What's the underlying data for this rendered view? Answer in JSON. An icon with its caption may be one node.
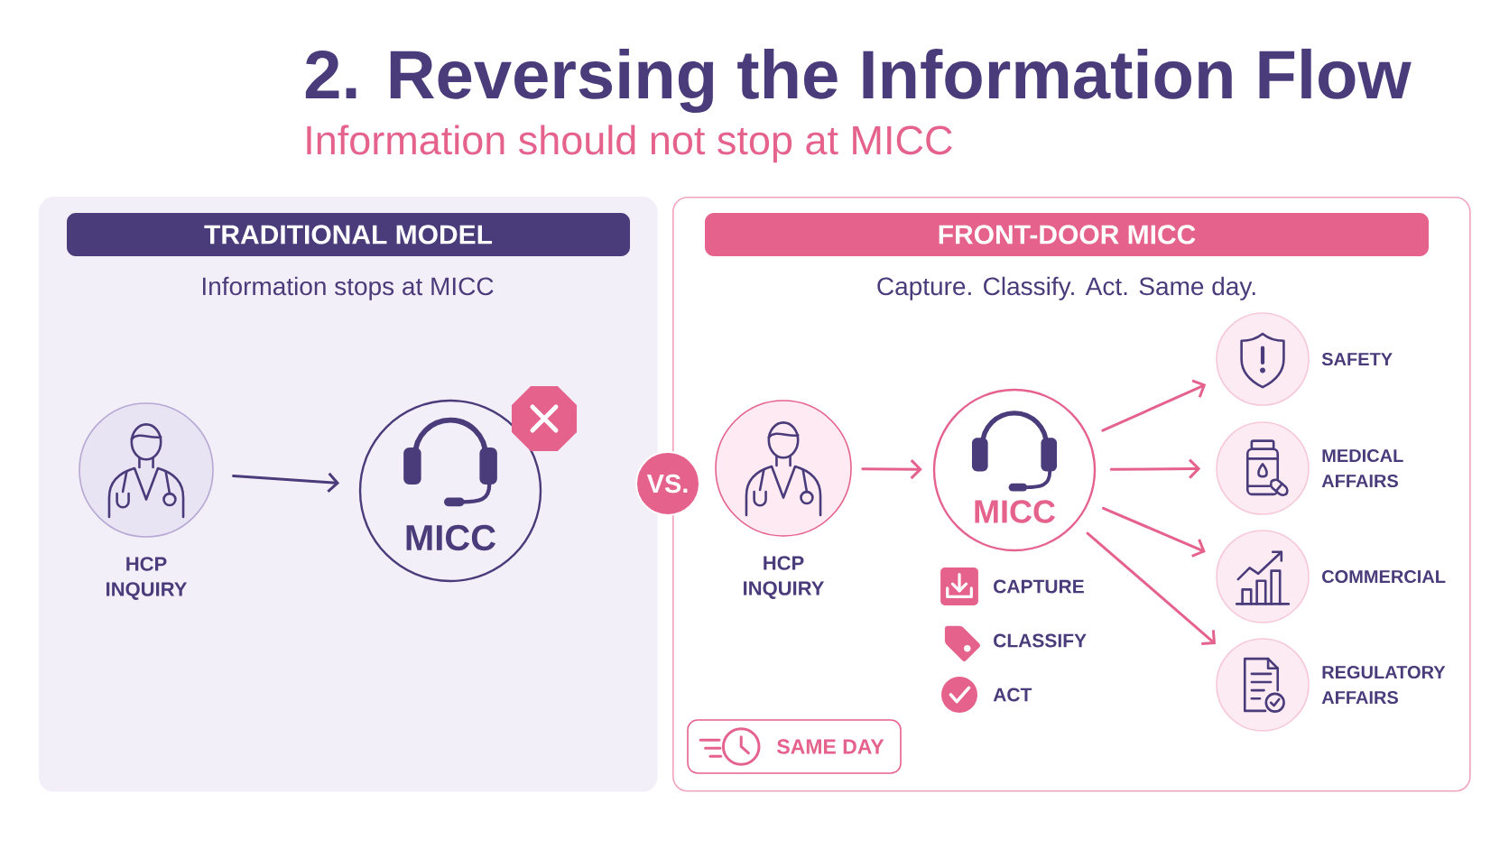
{
  "diagram": {
    "title": "2. Reversing the Information Flow",
    "nodes": [
      {
        "text": [
          "Information stops at MICC"
        ]
      },
      {
        "text": [
          "TRADITIONAL MODEL"
        ],
        "in": 0
      },
      {
        "text": [
          "HCP INQUIRY"
        ],
        "in": 0
      },
      {
        "text": [
          "MICC"
        ],
        "in": 0
      },
      {
        "text": [
          "VS."
        ]
      },
      {
        "text": [
          "Capture. Classify. Act. Same day."
        ]
      },
      {
        "text": [
          "FRONT-DOOR MICC"
        ],
        "in": 5
      },
      {
        "text": [
          "HCP INQUIRY"
        ],
        "in": 5
      },
      {
        "text": [
          "MICC"
        ],
        "in": 5
      },
      {
        "text": [
          "SAFETY"
        ],
        "in": 5
      },
      {
        "text": [
          "MEDICAL AFFAIRS"
        ],
        "in": 5
      },
      {
        "text": [
          "COMMERCIAL"
        ],
        "in": 5
      },
      {
        "text": [
          "REGULATORY AFFAIRS"
        ],
        "in": 5
      },
      {
        "text": [
          "SAME DAY"
        ],
        "in": 5
      }
    ],
    "edges": [
      {
        "from": 2,
        "to": 3,
        "arrow": "to",
        "color": "#4a3b7b"
      },
      {
        "from": 7,
        "to": 8,
        "arrow": "to"
      },
      {
        "from": 8,
        "to": 9,
        "arrow": "to"
      },
      {
        "from": 8,
        "to": 10,
        "arrow": "to"
      },
      {
        "from": 8,
        "to": 11,
        "arrow": "to"
      },
      {
        "from": 8,
        "to": 12,
        "arrow": "to"
      }
    ],
    "labels": [
      "Information should not stop at MICC",
      "CAPTURE",
      "CLASSIFY",
      "ACT"
    ]
  }
}
